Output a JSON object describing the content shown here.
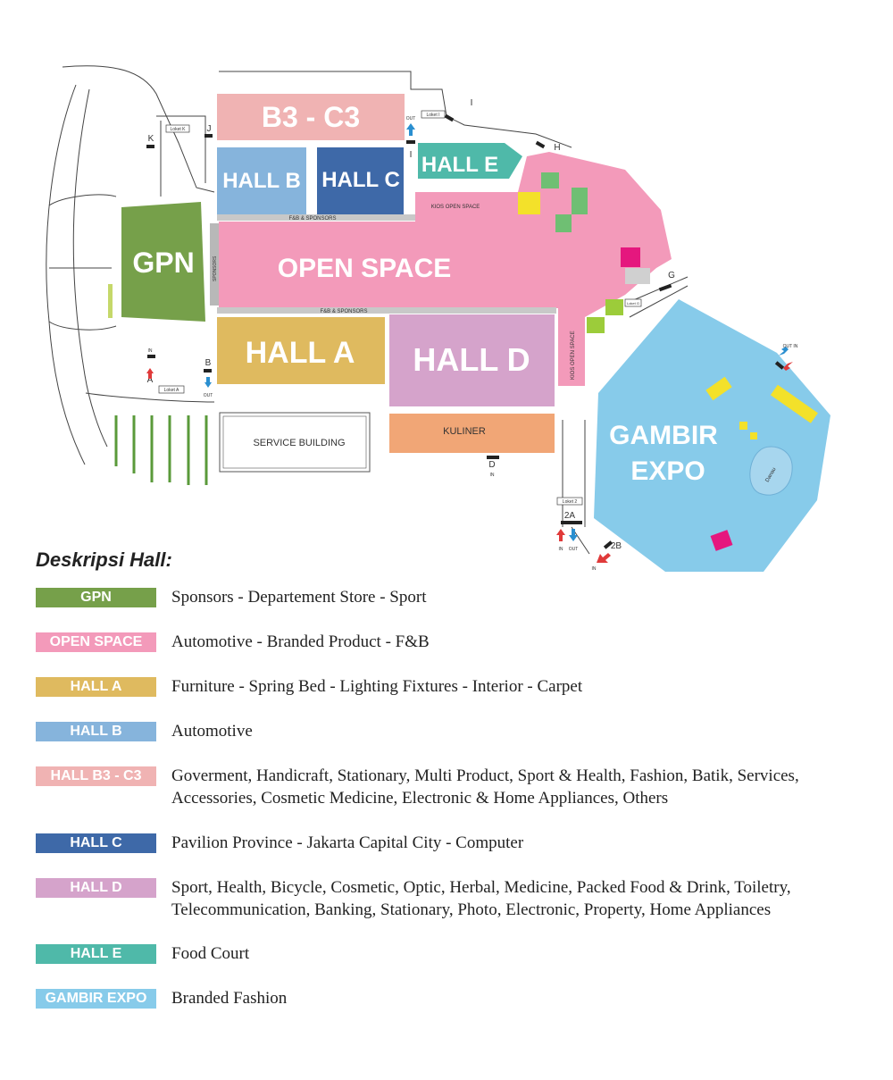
{
  "map": {
    "halls": {
      "b3c3": "B3 - C3",
      "hall_b": "HALL B",
      "hall_c": "HALL C",
      "hall_e": "HALL  E",
      "gpn": "GPN",
      "open_space": "OPEN SPACE",
      "hall_a": "HALL A",
      "hall_d": "HALL D",
      "gambir_expo_1": "GAMBIR",
      "gambir_expo_2": "EXPO"
    },
    "labels": {
      "service_building": "SERVICE BUILDING",
      "kuliner": "KULINER",
      "fb_sponsors_top": "F&B  &  SPONSORS",
      "fb_sponsors_bottom": "F&B  &  SPONSORS",
      "kios_open_space": "KIOS OPEN SPACE",
      "kios_open_space_v": "KIOS OPEN SPACE",
      "sponsors_v": "SPONSORS",
      "danau": "Danau",
      "loket_k": "Loket K",
      "loket_i": "Loket I",
      "loket_a": "Loket A",
      "loket_g": "Loket G",
      "loket_2": "Loket 2"
    },
    "gates": {
      "k": "K",
      "j": "J",
      "i": "I",
      "h": "H",
      "g": "G",
      "a": "A",
      "b": "B",
      "d": "D",
      "g2a": "2A",
      "g2b": "2B",
      "in": "IN",
      "out": "OUT",
      "in_out": "OUT  IN"
    }
  },
  "legend": {
    "title": "Deskripsi Hall:",
    "items": [
      {
        "name": "GPN",
        "color": "#76a04a",
        "desc": "Sponsors - Departement Store - Sport"
      },
      {
        "name": "OPEN SPACE",
        "color": "#f39aba",
        "desc": "Automotive - Branded Product - F&B"
      },
      {
        "name": "HALL A",
        "color": "#dfba5f",
        "desc": "Furniture - Spring Bed - Lighting Fixtures - Interior - Carpet"
      },
      {
        "name": "HALL B",
        "color": "#86b4dc",
        "desc": "Automotive"
      },
      {
        "name": "HALL B3 - C3",
        "color": "#f0b3b3",
        "desc": "Goverment, Handicraft, Stationary, Multi Product, Sport & Health, Fashion, Batik, Services, Accessories, Cosmetic Medicine, Electronic & Home Appliances, Others"
      },
      {
        "name": "HALL C",
        "color": "#3e69a8",
        "desc": "Pavilion Province - Jakarta Capital City - Computer"
      },
      {
        "name": "HALL D",
        "color": "#d5a3cb",
        "desc": "Sport, Health, Bicycle, Cosmetic, Optic, Herbal, Medicine, Packed Food & Drink, Toiletry, Telecommunication, Banking, Stationary, Photo, Electronic, Property, Home Appliances"
      },
      {
        "name": "HALL E",
        "color": "#4fb9a9",
        "desc": "Food Court"
      },
      {
        "name": "GAMBIR EXPO",
        "color": "#87cbea",
        "desc": "Branded Fashion"
      }
    ]
  }
}
